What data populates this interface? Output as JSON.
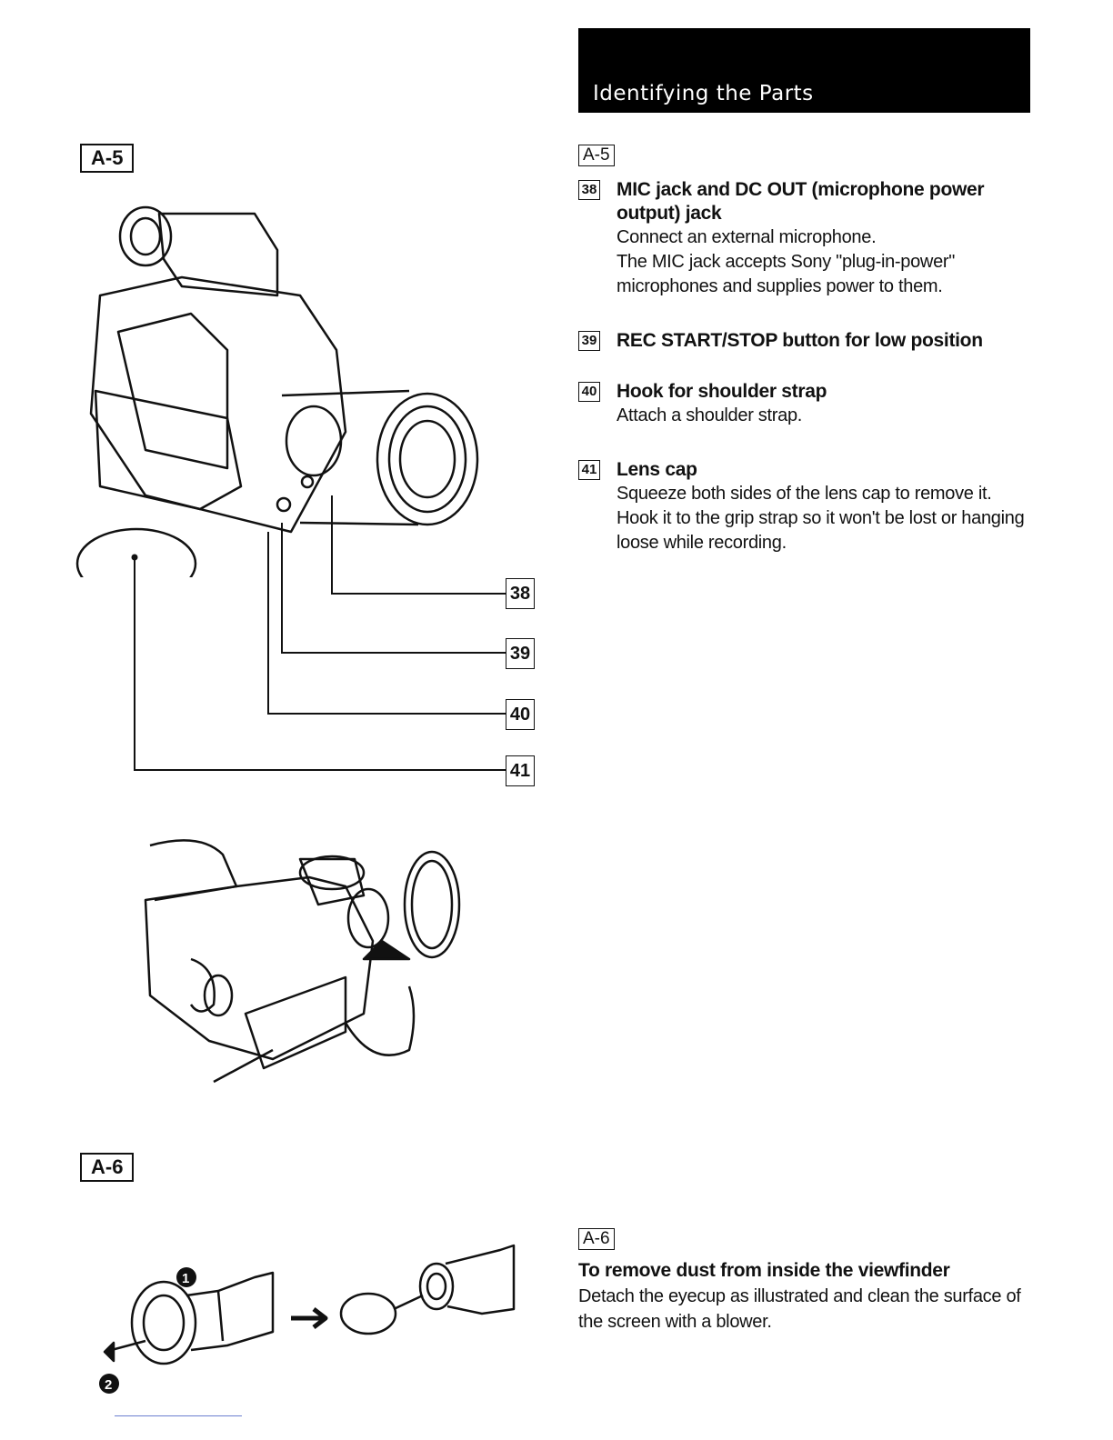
{
  "header": {
    "title": "Identifying the Parts"
  },
  "left": {
    "section_a5_label": "A-5",
    "section_a6_label": "A-6",
    "callouts": [
      "38",
      "39",
      "40",
      "41"
    ],
    "steps": [
      "1",
      "2"
    ]
  },
  "a5": {
    "tag": "A-5",
    "items": [
      {
        "num": "38",
        "title": "MIC jack and DC OUT (microphone power output) jack",
        "desc1": "Connect an external microphone.",
        "desc2": "The MIC jack accepts Sony \"plug-in-power\" microphones and supplies power to them."
      },
      {
        "num": "39",
        "title": "REC START/STOP button for low position"
      },
      {
        "num": "40",
        "title": "Hook for shoulder strap",
        "desc1": "Attach a shoulder strap."
      },
      {
        "num": "41",
        "title": "Lens cap",
        "desc1": "Squeeze both sides of the lens cap to remove it. Hook it to the grip strap so it won't be lost or hanging loose while recording."
      }
    ]
  },
  "a6": {
    "tag": "A-6",
    "title": "To remove dust from inside the viewfinder",
    "desc": "Detach the eyecup as illustrated and clean the surface of the screen with a blower."
  }
}
